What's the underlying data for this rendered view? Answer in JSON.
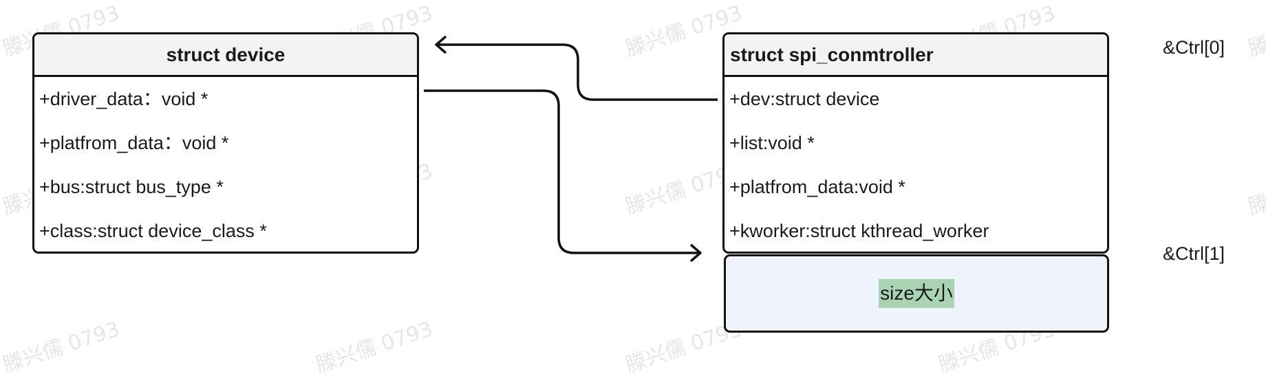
{
  "watermark": "滕兴儒 0793",
  "device_box": {
    "title": "struct device",
    "fields": [
      "+driver_data：void *",
      "+platfrom_data：void *",
      "+bus:struct bus_type *",
      "+class:struct device_class *"
    ]
  },
  "spi_box": {
    "title": "struct spi_conmtroller",
    "fields": [
      "+dev:struct device",
      "+list:void *",
      "+platfrom_data:void *",
      "+kworker:struct kthread_worker"
    ]
  },
  "size_box": {
    "label": "size大小"
  },
  "ctrl_labels": {
    "ctrl0": "&Ctrl[0]",
    "ctrl1": "&Ctrl[1]"
  },
  "colors": {
    "stroke": "#111111",
    "header_bg": "#f3f3f3",
    "size_box_bg": "#eef3fc",
    "size_label_highlight": "#a9d3b3"
  }
}
